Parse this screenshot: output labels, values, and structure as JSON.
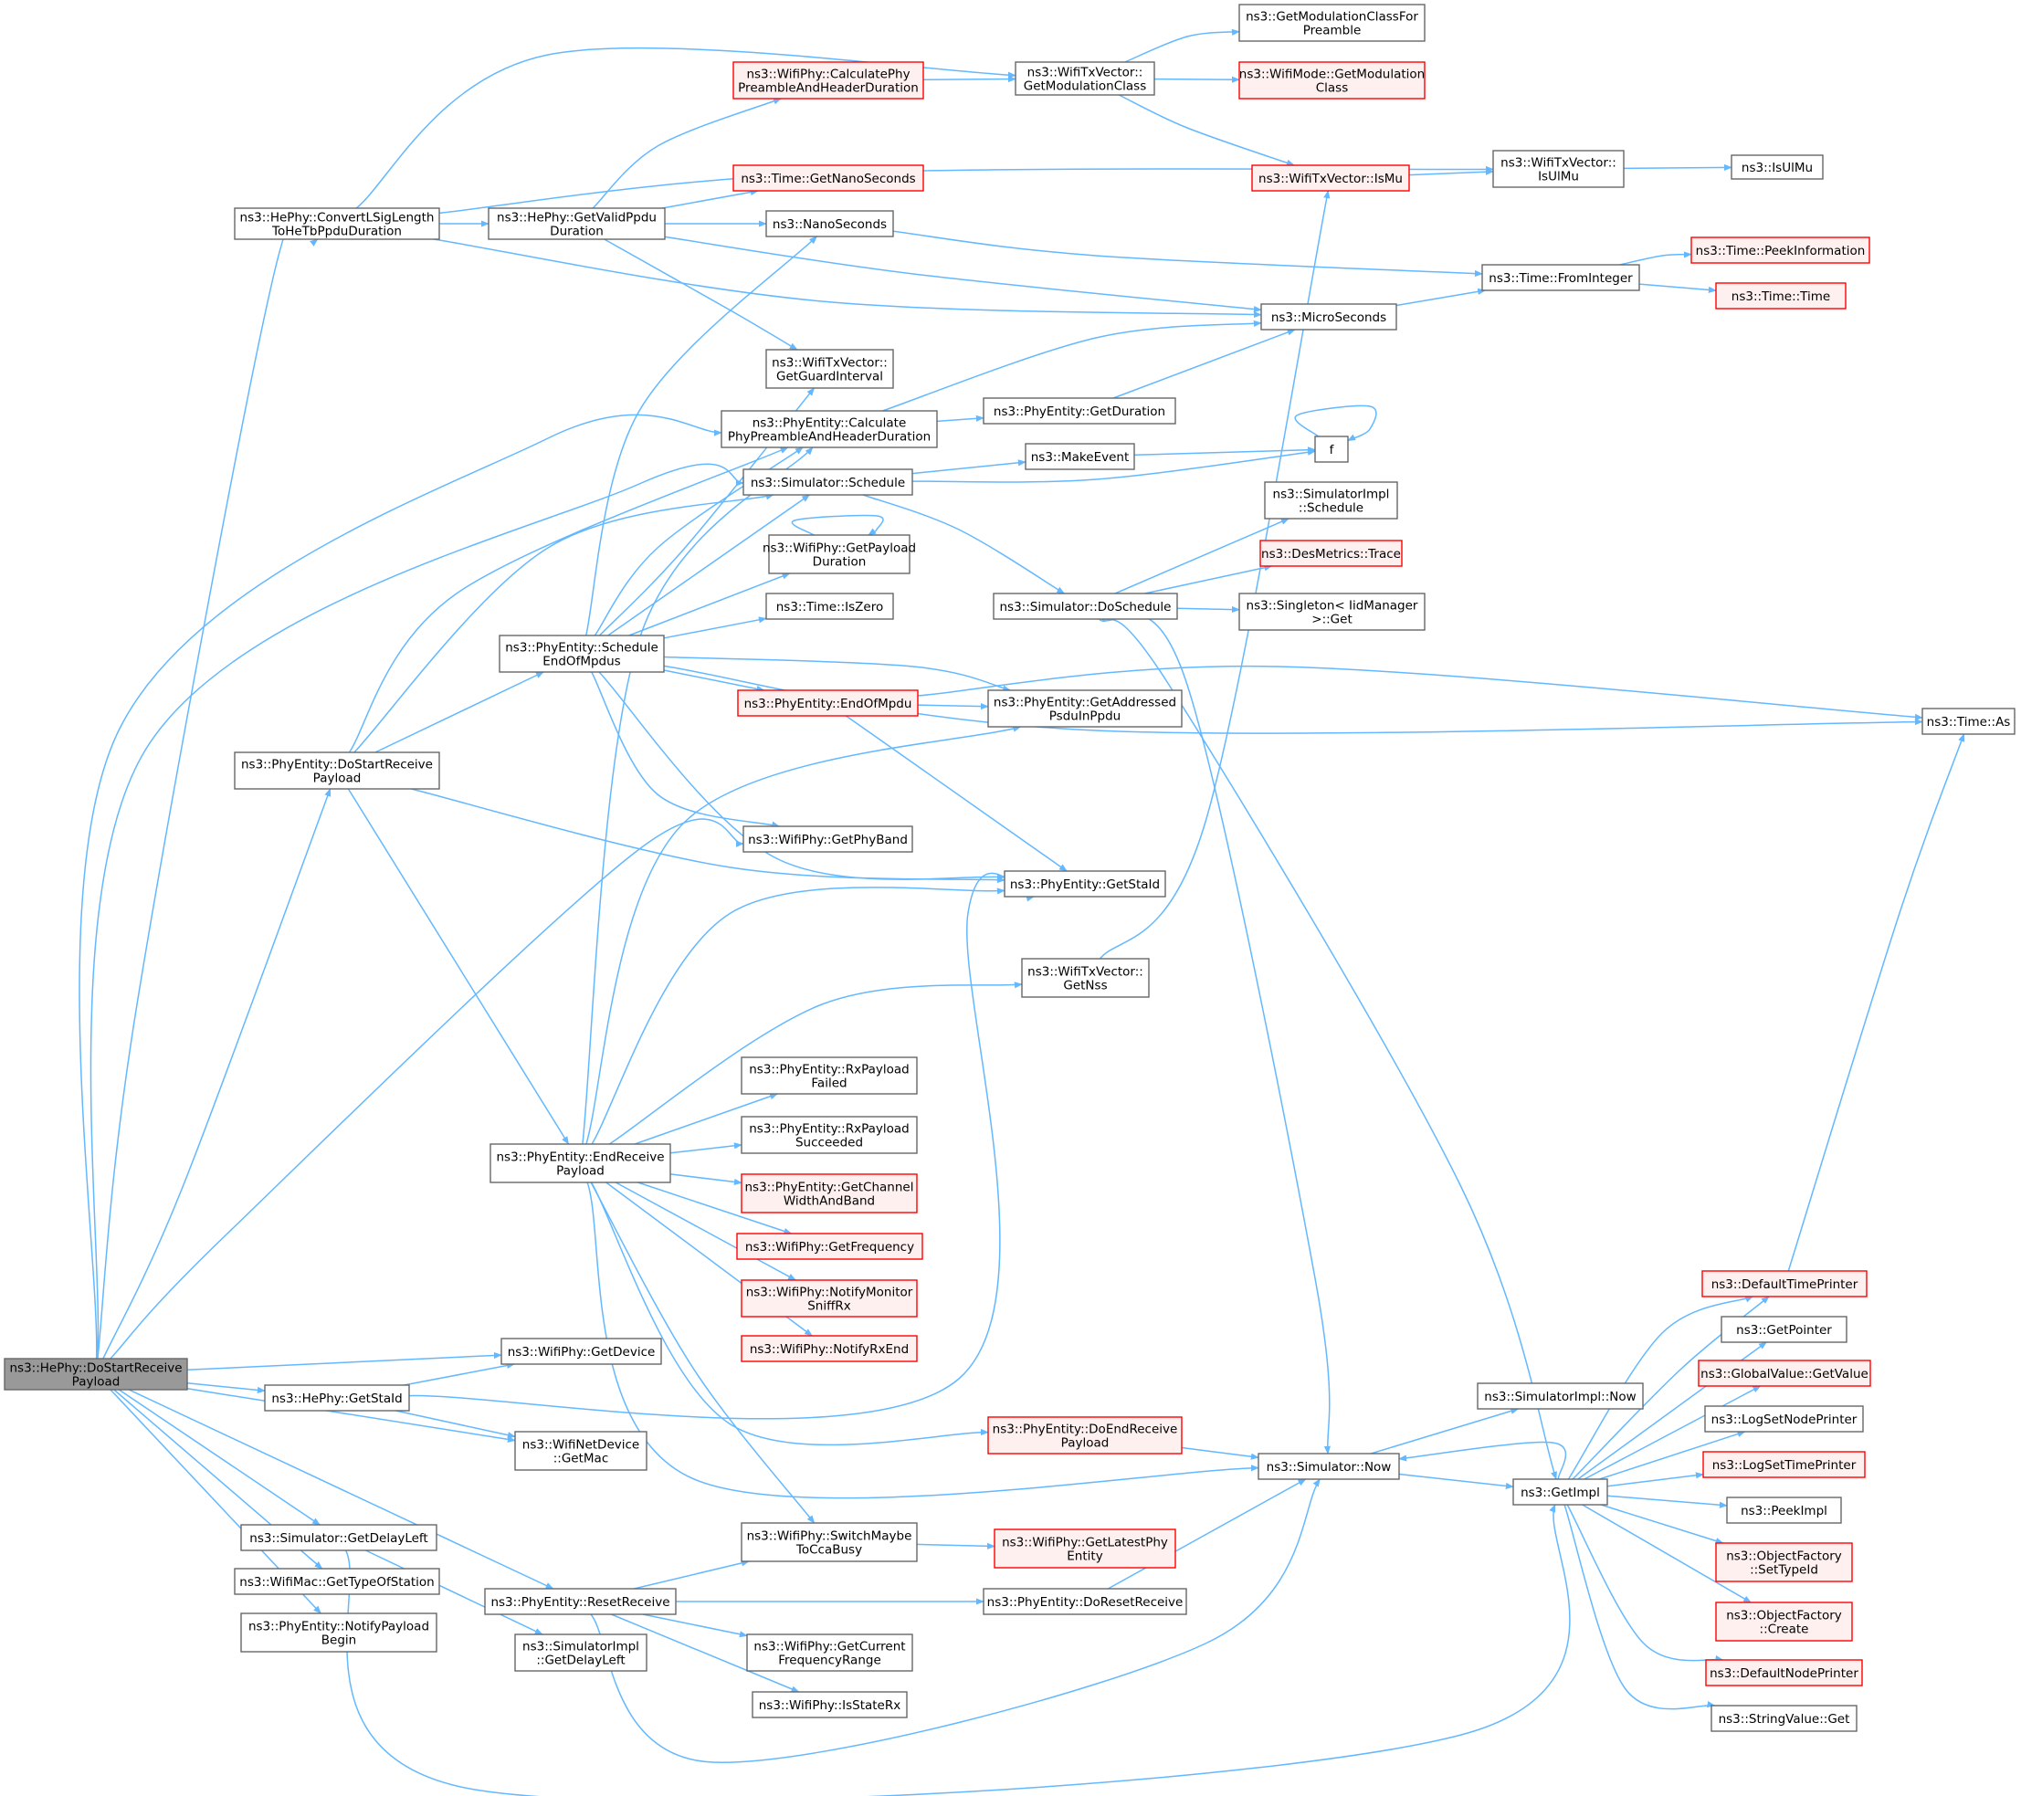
{
  "colors": {
    "edge": "#63b8ff",
    "node_border": "#666666",
    "node_fill": "#ffffff",
    "truncated_border": "#ff0000",
    "truncated_fill": "#fff0f0",
    "root_fill": "#999999",
    "text": "#000000"
  },
  "nodes": [
    {
      "id": "root",
      "lines": [
        "ns3::HePhy::DoStartReceive",
        "Payload"
      ],
      "style": "root"
    },
    {
      "id": "convert",
      "lines": [
        "ns3::HePhy::ConvertLSigLength",
        "ToHeTbPpduDuration"
      ],
      "style": "normal"
    },
    {
      "id": "getvalid",
      "lines": [
        "ns3::HePhy::GetValidPpdu",
        "Duration"
      ],
      "style": "normal"
    },
    {
      "id": "calcwifi",
      "lines": [
        "ns3::WifiPhy::CalculatePhy",
        "PreambleAndHeaderDuration"
      ],
      "style": "truncated"
    },
    {
      "id": "getmodclass",
      "lines": [
        "ns3::WifiTxVector::",
        "GetModulationClass"
      ],
      "style": "normal"
    },
    {
      "id": "getmodpre",
      "lines": [
        "ns3::GetModulationClassFor",
        "Preamble"
      ],
      "style": "normal"
    },
    {
      "id": "wifimode",
      "lines": [
        "ns3::WifiMode::GetModulation",
        "Class"
      ],
      "style": "truncated"
    },
    {
      "id": "ismu",
      "lines": [
        "ns3::WifiTxVector::IsMu"
      ],
      "style": "truncated"
    },
    {
      "id": "isulmuvec",
      "lines": [
        "ns3::WifiTxVector::",
        "IsUlMu"
      ],
      "style": "normal"
    },
    {
      "id": "isulmu",
      "lines": [
        "ns3::IsUlMu"
      ],
      "style": "normal"
    },
    {
      "id": "getnano",
      "lines": [
        "ns3::Time::GetNanoSeconds"
      ],
      "style": "truncated"
    },
    {
      "id": "nanosec",
      "lines": [
        "ns3::NanoSeconds"
      ],
      "style": "normal"
    },
    {
      "id": "peekinfo",
      "lines": [
        "ns3::Time::PeekInformation"
      ],
      "style": "truncated"
    },
    {
      "id": "frominteger",
      "lines": [
        "ns3::Time::FromInteger"
      ],
      "style": "normal"
    },
    {
      "id": "timetime",
      "lines": [
        "ns3::Time::Time"
      ],
      "style": "truncated"
    },
    {
      "id": "microsec",
      "lines": [
        "ns3::MicroSeconds"
      ],
      "style": "normal"
    },
    {
      "id": "getguard",
      "lines": [
        "ns3::WifiTxVector::",
        "GetGuardInterval"
      ],
      "style": "normal"
    },
    {
      "id": "calcphyent",
      "lines": [
        "ns3::PhyEntity::Calculate",
        "PhyPreambleAndHeaderDuration"
      ],
      "style": "normal"
    },
    {
      "id": "getduration",
      "lines": [
        "ns3::PhyEntity::GetDuration"
      ],
      "style": "normal"
    },
    {
      "id": "makeevent",
      "lines": [
        "ns3::MakeEvent"
      ],
      "style": "normal"
    },
    {
      "id": "f",
      "lines": [
        "f"
      ],
      "style": "normal"
    },
    {
      "id": "schedule",
      "lines": [
        "ns3::Simulator::Schedule"
      ],
      "style": "normal"
    },
    {
      "id": "simimplsched",
      "lines": [
        "ns3::SimulatorImpl",
        "::Schedule"
      ],
      "style": "normal"
    },
    {
      "id": "getpayloaddur",
      "lines": [
        "ns3::WifiPhy::GetPayload",
        "Duration"
      ],
      "style": "normal"
    },
    {
      "id": "desmetrics",
      "lines": [
        "ns3::DesMetrics::Trace"
      ],
      "style": "truncated"
    },
    {
      "id": "iszero",
      "lines": [
        "ns3::Time::IsZero"
      ],
      "style": "normal"
    },
    {
      "id": "doschedule",
      "lines": [
        "ns3::Simulator::DoSchedule"
      ],
      "style": "normal"
    },
    {
      "id": "singleton",
      "lines": [
        "ns3::Singleton< IidManager",
        ">::Get"
      ],
      "style": "normal"
    },
    {
      "id": "schedendmpdu",
      "lines": [
        "ns3::PhyEntity::Schedule",
        "EndOfMpdus"
      ],
      "style": "normal"
    },
    {
      "id": "endofmpdu",
      "lines": [
        "ns3::PhyEntity::EndOfMpdu"
      ],
      "style": "truncated"
    },
    {
      "id": "getaddr",
      "lines": [
        "ns3::PhyEntity::GetAddressed",
        "PsduInPpdu"
      ],
      "style": "normal"
    },
    {
      "id": "timeas",
      "lines": [
        "ns3::Time::As"
      ],
      "style": "normal"
    },
    {
      "id": "dostartrecv",
      "lines": [
        "ns3::PhyEntity::DoStartReceive",
        "Payload"
      ],
      "style": "normal"
    },
    {
      "id": "getphyband",
      "lines": [
        "ns3::WifiPhy::GetPhyBand"
      ],
      "style": "normal"
    },
    {
      "id": "getstaid",
      "lines": [
        "ns3::PhyEntity::GetStaId"
      ],
      "style": "normal"
    },
    {
      "id": "getnss",
      "lines": [
        "ns3::WifiTxVector::",
        "GetNss"
      ],
      "style": "normal"
    },
    {
      "id": "rxfailed",
      "lines": [
        "ns3::PhyEntity::RxPayload",
        "Failed"
      ],
      "style": "normal"
    },
    {
      "id": "rxsucc",
      "lines": [
        "ns3::PhyEntity::RxPayload",
        "Succeeded"
      ],
      "style": "normal"
    },
    {
      "id": "endrecv",
      "lines": [
        "ns3::PhyEntity::EndReceive",
        "Payload"
      ],
      "style": "normal"
    },
    {
      "id": "getchanwidth",
      "lines": [
        "ns3::PhyEntity::GetChannel",
        "WidthAndBand"
      ],
      "style": "truncated"
    },
    {
      "id": "getfreq",
      "lines": [
        "ns3::WifiPhy::GetFrequency"
      ],
      "style": "truncated"
    },
    {
      "id": "notifymon",
      "lines": [
        "ns3::WifiPhy::NotifyMonitor",
        "SniffRx"
      ],
      "style": "truncated"
    },
    {
      "id": "notifyrxend",
      "lines": [
        "ns3::WifiPhy::NotifyRxEnd"
      ],
      "style": "truncated"
    },
    {
      "id": "defaulttime",
      "lines": [
        "ns3::DefaultTimePrinter"
      ],
      "style": "truncated"
    },
    {
      "id": "getpointer",
      "lines": [
        "ns3::GetPointer"
      ],
      "style": "normal"
    },
    {
      "id": "getdevice",
      "lines": [
        "ns3::WifiPhy::GetDevice"
      ],
      "style": "normal"
    },
    {
      "id": "globalvalue",
      "lines": [
        "ns3::GlobalValue::GetValue"
      ],
      "style": "truncated"
    },
    {
      "id": "hegetstaid",
      "lines": [
        "ns3::HePhy::GetStaId"
      ],
      "style": "normal"
    },
    {
      "id": "simimplnow",
      "lines": [
        "ns3::SimulatorImpl::Now"
      ],
      "style": "normal"
    },
    {
      "id": "logsetnode",
      "lines": [
        "ns3::LogSetNodePrinter"
      ],
      "style": "normal"
    },
    {
      "id": "getmac",
      "lines": [
        "ns3::WifiNetDevice",
        "::GetMac"
      ],
      "style": "normal"
    },
    {
      "id": "doendrecv",
      "lines": [
        "ns3::PhyEntity::DoEndReceive",
        "Payload"
      ],
      "style": "truncated"
    },
    {
      "id": "simnow",
      "lines": [
        "ns3::Simulator::Now"
      ],
      "style": "normal"
    },
    {
      "id": "logsettime",
      "lines": [
        "ns3::LogSetTimePrinter"
      ],
      "style": "truncated"
    },
    {
      "id": "getimpl",
      "lines": [
        "ns3::GetImpl"
      ],
      "style": "normal"
    },
    {
      "id": "peekimpl",
      "lines": [
        "ns3::PeekImpl"
      ],
      "style": "normal"
    },
    {
      "id": "getdelayleft",
      "lines": [
        "ns3::Simulator::GetDelayLeft"
      ],
      "style": "normal"
    },
    {
      "id": "switchmaybe",
      "lines": [
        "ns3::WifiPhy::SwitchMaybe",
        "ToCcaBusy"
      ],
      "style": "normal"
    },
    {
      "id": "getlatest",
      "lines": [
        "ns3::WifiPhy::GetLatestPhy",
        "Entity"
      ],
      "style": "truncated"
    },
    {
      "id": "settypeid",
      "lines": [
        "ns3::ObjectFactory",
        "::SetTypeId"
      ],
      "style": "truncated"
    },
    {
      "id": "gettypesta",
      "lines": [
        "ns3::WifiMac::GetTypeOfStation"
      ],
      "style": "normal"
    },
    {
      "id": "resetrecv",
      "lines": [
        "ns3::PhyEntity::ResetReceive"
      ],
      "style": "normal"
    },
    {
      "id": "doresetrecv",
      "lines": [
        "ns3::PhyEntity::DoResetReceive"
      ],
      "style": "normal"
    },
    {
      "id": "ofcreate",
      "lines": [
        "ns3::ObjectFactory",
        "::Create"
      ],
      "style": "truncated"
    },
    {
      "id": "notifypayload",
      "lines": [
        "ns3::PhyEntity::NotifyPayload",
        "Begin"
      ],
      "style": "normal"
    },
    {
      "id": "simimpldelay",
      "lines": [
        "ns3::SimulatorImpl",
        "::GetDelayLeft"
      ],
      "style": "normal"
    },
    {
      "id": "getcurfreq",
      "lines": [
        "ns3::WifiPhy::GetCurrent",
        "FrequencyRange"
      ],
      "style": "normal"
    },
    {
      "id": "defaultnode",
      "lines": [
        "ns3::DefaultNodePrinter"
      ],
      "style": "truncated"
    },
    {
      "id": "isstaterx",
      "lines": [
        "ns3::WifiPhy::IsStateRx"
      ],
      "style": "normal"
    },
    {
      "id": "stringget",
      "lines": [
        "ns3::StringValue::Get"
      ],
      "style": "normal"
    }
  ]
}
